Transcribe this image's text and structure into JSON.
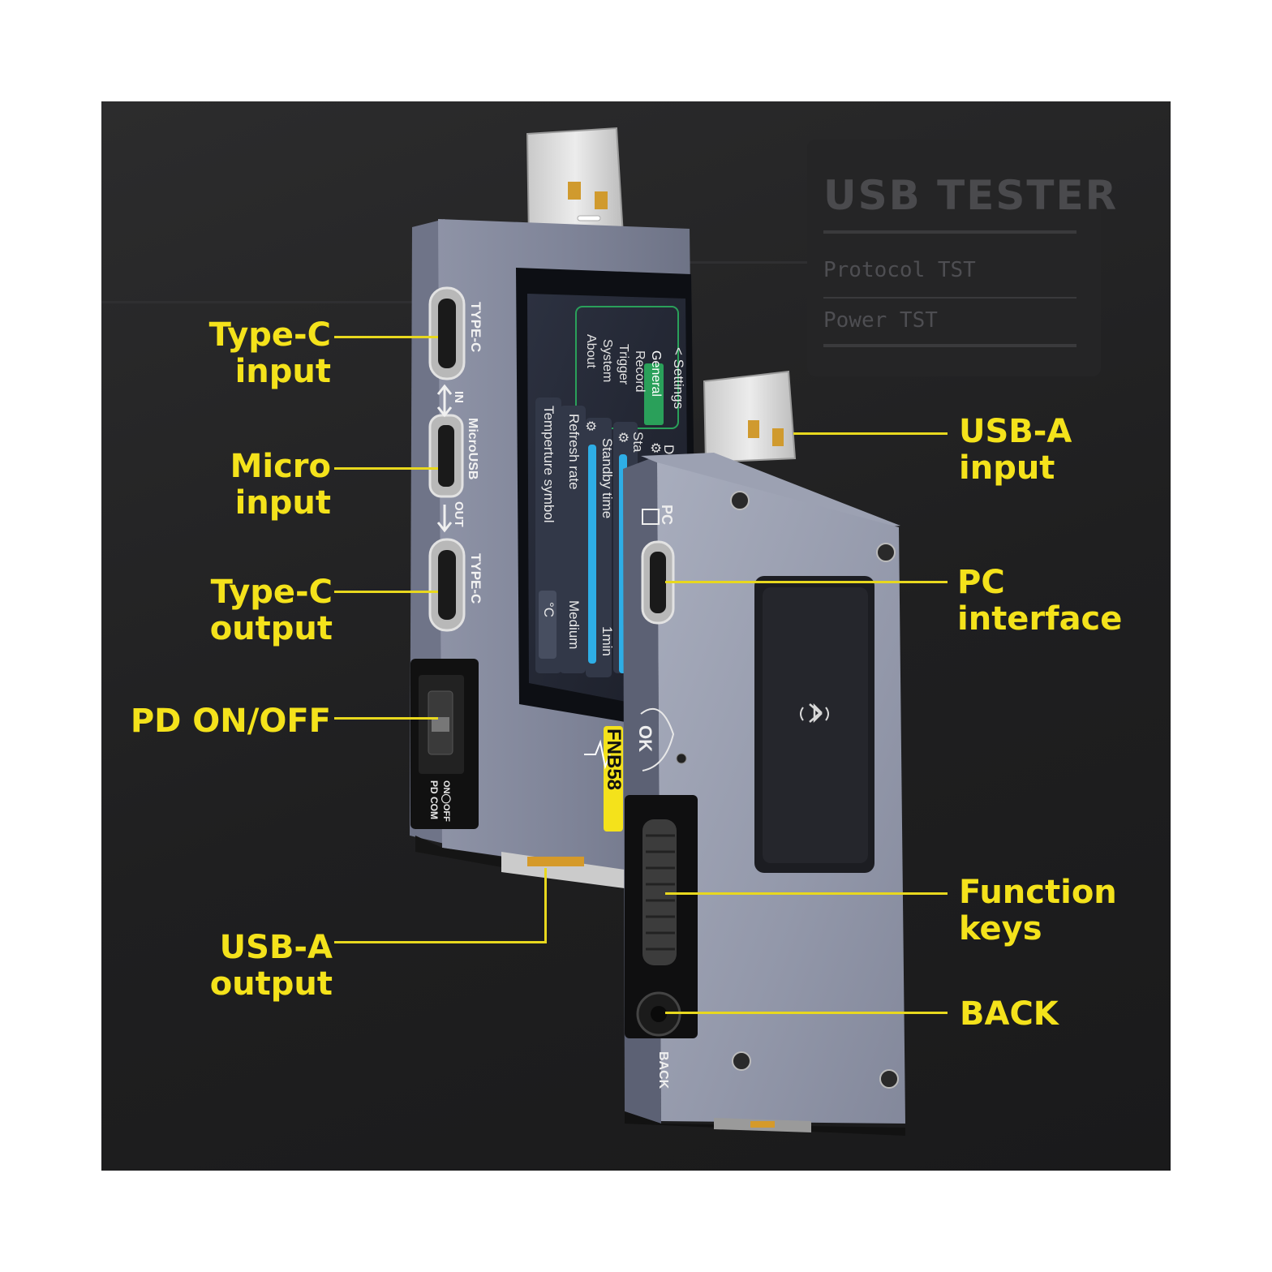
{
  "card": {
    "title": "USB TESTER",
    "line1": "Protocol TST",
    "line2": "Power TST"
  },
  "labels": {
    "typec_input": [
      "Type-C",
      "input"
    ],
    "micro_input": [
      "Micro",
      "input"
    ],
    "typec_output": [
      "Type-C",
      "output"
    ],
    "pd_onoff": [
      "PD ON/OFF"
    ],
    "usba_output": [
      "USB-A",
      "output"
    ],
    "usba_input": [
      "USB-A",
      "input"
    ],
    "pc_interface": [
      "PC",
      "interface"
    ],
    "function_keys": [
      "Function",
      "keys"
    ],
    "back": [
      "BACK"
    ]
  },
  "device": {
    "port_typec_top": "TYPE-C",
    "port_in": "IN",
    "port_micro": "MicroUSB",
    "port_out": "OUT",
    "port_typec_bottom": "TYPE-C",
    "switch_on": "ON",
    "switch_off": "OFF",
    "switch_pd": "PD COM",
    "model": "FNB58",
    "ok": "OK",
    "pc": "PC",
    "back": "BACK"
  },
  "screen": {
    "menu_title": "< Settings",
    "menu_items": [
      "General",
      "Record",
      "Trigger",
      "System",
      "About"
    ],
    "selected": "General",
    "rows": [
      {
        "label": "Temperture symbol",
        "value": "°C"
      },
      {
        "label": "Refresh rate",
        "value": "Medium"
      },
      {
        "label": "Standby time",
        "value": "1min"
      }
    ],
    "cut_row1": "Sta",
    "cut_row2": "D"
  },
  "colors": {
    "label": "#f4e21b",
    "screen_select": "#2aa05a",
    "screen_bar": "#2eaee6"
  }
}
